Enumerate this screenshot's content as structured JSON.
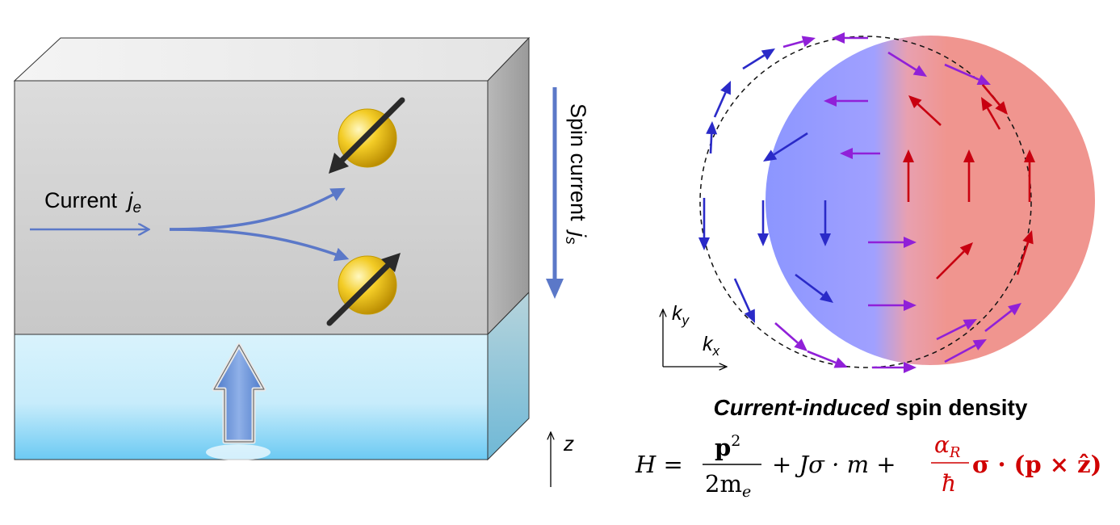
{
  "left_panel": {
    "current_label": "Current",
    "current_symbol": "j",
    "current_sub": "e",
    "spin_current_label": "Spin current",
    "spin_current_symbol": "j",
    "spin_current_sub": "s",
    "z_label": "z"
  },
  "right_panel": {
    "ky_label": "k",
    "ky_sub": "y",
    "kx_label": "k",
    "kx_sub": "x",
    "title_italic": "Current-induced",
    "title_rest": " spin density"
  },
  "equation": {
    "lhs": "H =",
    "p2_num": "p",
    "p2_exp": "2",
    "p2_den": "2m",
    "p2_den_sub": "e",
    "plus_term": "+ Jσ · m +",
    "alpha_num": "α",
    "alpha_sub": "R",
    "hbar": "ħ",
    "rashba": "σ · (p × ẑ)"
  },
  "colors": {
    "box_top": "#e8e8e8",
    "box_front": "#d2d2d2",
    "box_side": "#a9a9a9",
    "substrate": "#8fd8f5",
    "flow_arrow": "#5b78c8",
    "fermi_left": "#8c96ff",
    "fermi_right": "#f0958f",
    "arrow_blue": "#2a2ac8",
    "arrow_purple": "#9020d8",
    "arrow_red": "#c80010",
    "electron": "#f0c020",
    "equation_red": "#d00000"
  }
}
